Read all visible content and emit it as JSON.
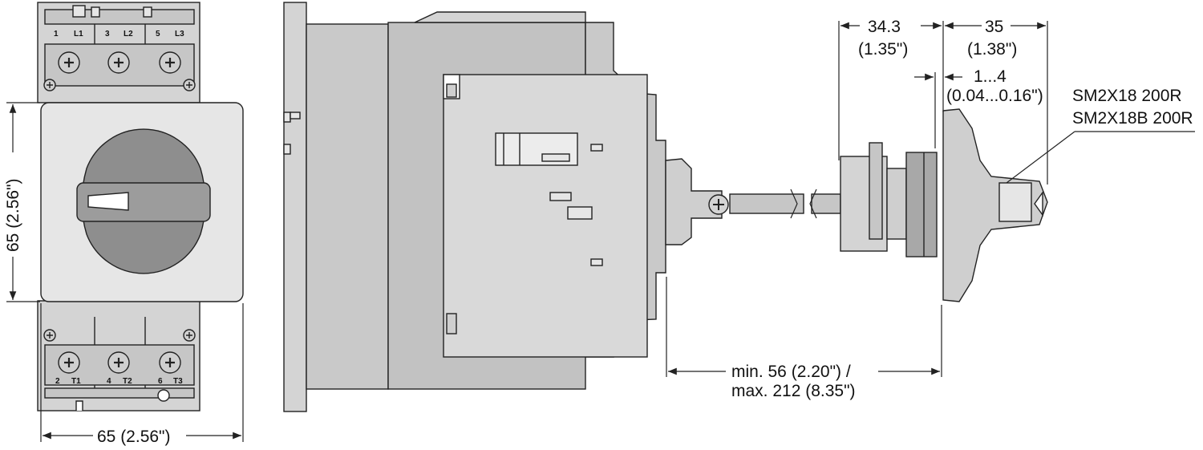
{
  "terminals_top": [
    "1",
    "L1",
    "3",
    "L2",
    "5",
    "L3"
  ],
  "terminals_bottom": [
    "2",
    "T1",
    "4",
    "T2",
    "6",
    "T3"
  ],
  "dimensions": {
    "height": "65 (2.56\")",
    "width": "65 (2.56\")",
    "shaft_left_mm": "34.3",
    "shaft_left_in": "(1.35\")",
    "shaft_right_mm": "35",
    "shaft_right_in": "(1.38\")",
    "door_thickness_mm": "1...4",
    "door_thickness_in": "(0.04...0.16\")",
    "shaft_length_min": "min. 56 (2.20\") /",
    "shaft_length_max": "max. 212 (8.35\")"
  },
  "part_numbers": [
    "SM2X18 200R",
    "SM2X18B 200R"
  ],
  "colors": {
    "body": "#d4d4d4",
    "body_dark": "#b9b9b9",
    "panel": "#e6e6e6",
    "handle": "#8e8e8e",
    "line": "#222222"
  }
}
